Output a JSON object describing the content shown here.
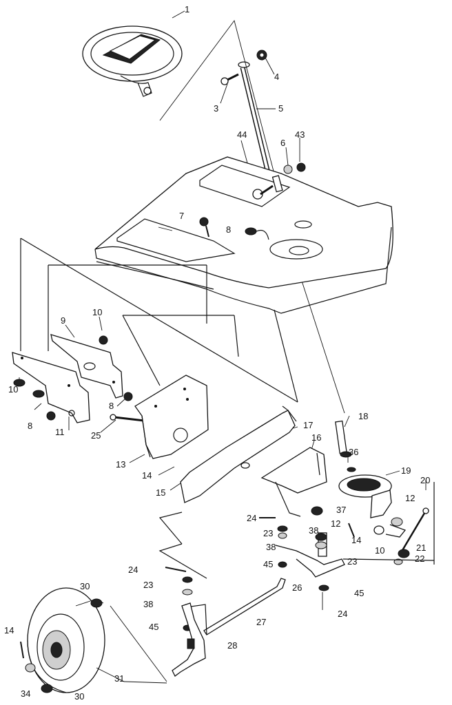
{
  "diagram": {
    "callouts": [
      {
        "id": "c1",
        "text": "1"
      },
      {
        "id": "c3",
        "text": "3"
      },
      {
        "id": "c4",
        "text": "4"
      },
      {
        "id": "c5",
        "text": "5"
      },
      {
        "id": "c6",
        "text": "6"
      },
      {
        "id": "c43",
        "text": "43"
      },
      {
        "id": "c44",
        "text": "44"
      },
      {
        "id": "c7",
        "text": "7"
      },
      {
        "id": "c8a",
        "text": "8"
      },
      {
        "id": "c9",
        "text": "9"
      },
      {
        "id": "c10a",
        "text": "10"
      },
      {
        "id": "c10b",
        "text": "10"
      },
      {
        "id": "c8b",
        "text": "8"
      },
      {
        "id": "c8c",
        "text": "8"
      },
      {
        "id": "c11",
        "text": "11"
      },
      {
        "id": "c25",
        "text": "25"
      },
      {
        "id": "c13",
        "text": "13"
      },
      {
        "id": "c14a",
        "text": "14"
      },
      {
        "id": "c15",
        "text": "15"
      },
      {
        "id": "c17",
        "text": "17"
      },
      {
        "id": "c16",
        "text": "16"
      },
      {
        "id": "c18",
        "text": "18"
      },
      {
        "id": "c36",
        "text": "36"
      },
      {
        "id": "c19",
        "text": "19"
      },
      {
        "id": "c20",
        "text": "20"
      },
      {
        "id": "c12a",
        "text": "12"
      },
      {
        "id": "c37",
        "text": "37"
      },
      {
        "id": "c12b",
        "text": "12"
      },
      {
        "id": "c14b",
        "text": "14"
      },
      {
        "id": "c10c",
        "text": "10"
      },
      {
        "id": "c21",
        "text": "21"
      },
      {
        "id": "c22",
        "text": "22"
      },
      {
        "id": "c24a",
        "text": "24"
      },
      {
        "id": "c23a",
        "text": "23"
      },
      {
        "id": "c38a",
        "text": "38"
      },
      {
        "id": "c38b",
        "text": "38"
      },
      {
        "id": "c45a",
        "text": "45"
      },
      {
        "id": "c23b",
        "text": "23"
      },
      {
        "id": "c26",
        "text": "26"
      },
      {
        "id": "c45b",
        "text": "45"
      },
      {
        "id": "c24b",
        "text": "24"
      },
      {
        "id": "c24c",
        "text": "24"
      },
      {
        "id": "c23c",
        "text": "23"
      },
      {
        "id": "c38c",
        "text": "38"
      },
      {
        "id": "c45c",
        "text": "45"
      },
      {
        "id": "c27",
        "text": "27"
      },
      {
        "id": "c28",
        "text": "28"
      },
      {
        "id": "c30a",
        "text": "30"
      },
      {
        "id": "c14c",
        "text": "14"
      },
      {
        "id": "c31",
        "text": "31"
      },
      {
        "id": "c34",
        "text": "34"
      },
      {
        "id": "c30b",
        "text": "30"
      }
    ]
  }
}
